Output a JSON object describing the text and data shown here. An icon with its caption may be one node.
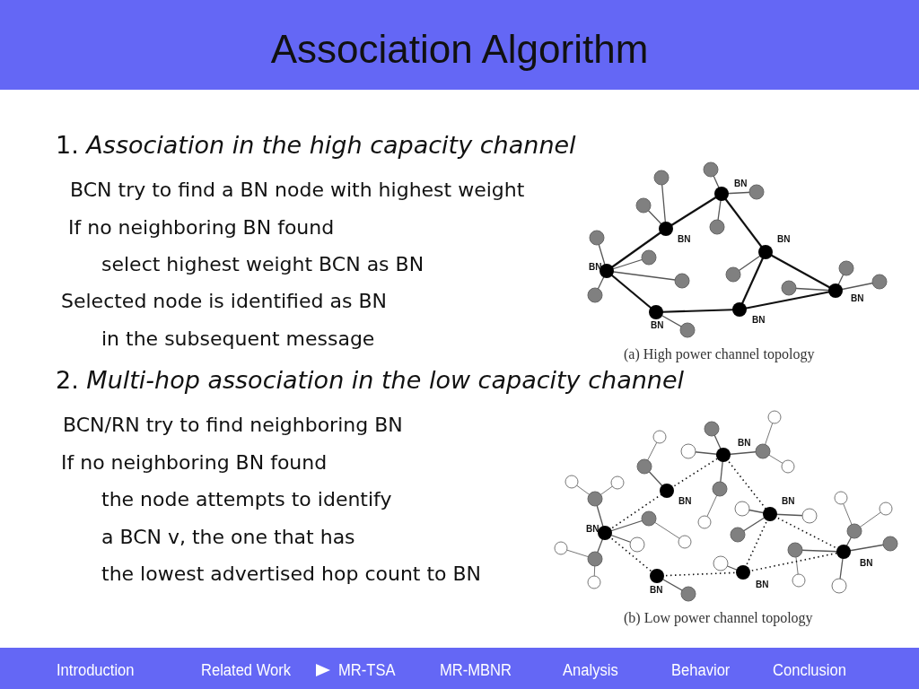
{
  "diagram": {
    "title": "Association Algorithm",
    "labels": [
      "1. *Association in the high capacity channel*",
      "BCN try to find a BN node with highest weight",
      "If no neighboring BN found",
      "select highest weight BCN as BN",
      "Selected node is identified as BN",
      "in the subsequent message",
      "BN",
      "BN",
      "BN",
      "BN",
      "BN",
      "BN",
      "BN",
      "(a) High power channel topology",
      "2. *Multi-hop association in the low capacity channel*",
      "BCN/RN try to find neighboring BN",
      "If no neighboring BN found",
      "the node attempts to identify",
      "a BCN v, the one that has",
      "the lowest advertised hop count to BN",
      "BN",
      "BN",
      "BN",
      "BN",
      "BN",
      "BN",
      "BN",
      "(b) Low power channel topology",
      "Introduction",
      "Related Work",
      "MR-TSA",
      "MR-MBNR",
      "Analysis",
      "Behavior",
      "Conclusion"
    ]
  }
}
